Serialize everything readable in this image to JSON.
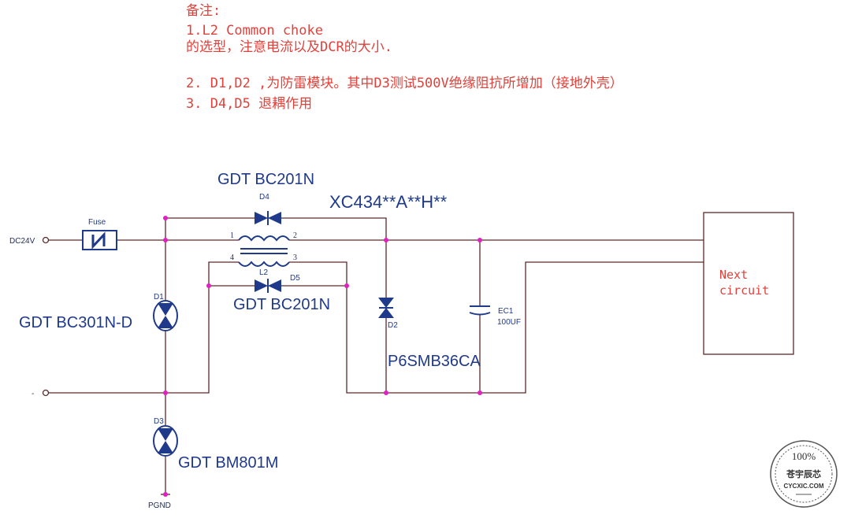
{
  "notes": {
    "heading": "备注:",
    "line1a": "1.L2 Common choke",
    "line1b": "的选型，注意电流以及DCR的大小.",
    "line2": "2. D1,D2 ,为防雷模块。其中D3测试500V绝缘阻抗所增加（接地外壳）",
    "line3": "3. D4,D5 退耦作用"
  },
  "schematic": {
    "input_pos": "DC24V",
    "input_neg": "-",
    "fuse": "Fuse",
    "d4_part": "GDT BC201N",
    "d4_ref": "D4",
    "choke_part": "XC434**A**H**",
    "choke_ref": "L2",
    "pin1": "1",
    "pin2": "2",
    "pin3": "3",
    "pin4": "4",
    "d5_ref": "D5",
    "d5_part": "GDT BC201N",
    "d1_ref": "D1",
    "d1_part": "GDT BC301N-D",
    "d2_ref": "D2",
    "d2_part": "P6SMB36CA",
    "ec1_ref": "EC1",
    "ec1_value": "100UF",
    "d3_ref": "D3",
    "d3_part": "GDT BM801M",
    "pgnd": "PGND",
    "next_line1": "Next",
    "next_line2": "circuit"
  },
  "stamp": {
    "percent": "100%",
    "brand": "苍宇辰芯",
    "site": "CYCXIC.COM"
  },
  "colors": {
    "wire": "#5a2a2a",
    "junction": "#e020c0",
    "label": "#1f3a8a",
    "note": "#e0413a",
    "component": "#1f3a8a"
  }
}
